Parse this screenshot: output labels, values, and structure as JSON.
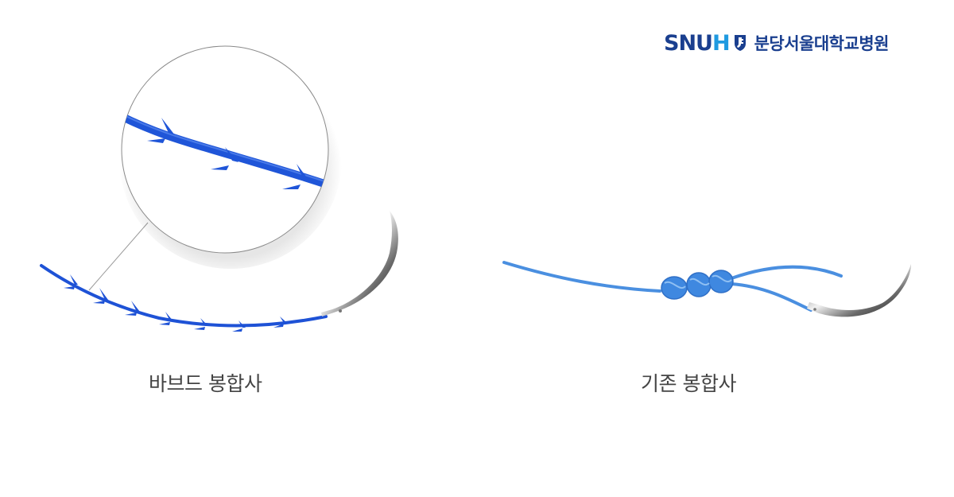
{
  "logo": {
    "latin_dark": "SNU",
    "latin_light": "H",
    "korean": "분당서울대학교병원",
    "color_dark": "#1a3f8f",
    "color_light": "#1f9ae0"
  },
  "panels": [
    {
      "id": "barbed",
      "caption": "바브드 봉합사",
      "thread_color": "#2a5fe0",
      "features": [
        "magnifier-circle",
        "barbs",
        "curved-needle"
      ]
    },
    {
      "id": "conventional",
      "caption": "기존 봉합사",
      "thread_color": "#4a8fe0",
      "features": [
        "knots",
        "curved-needle"
      ]
    }
  ]
}
